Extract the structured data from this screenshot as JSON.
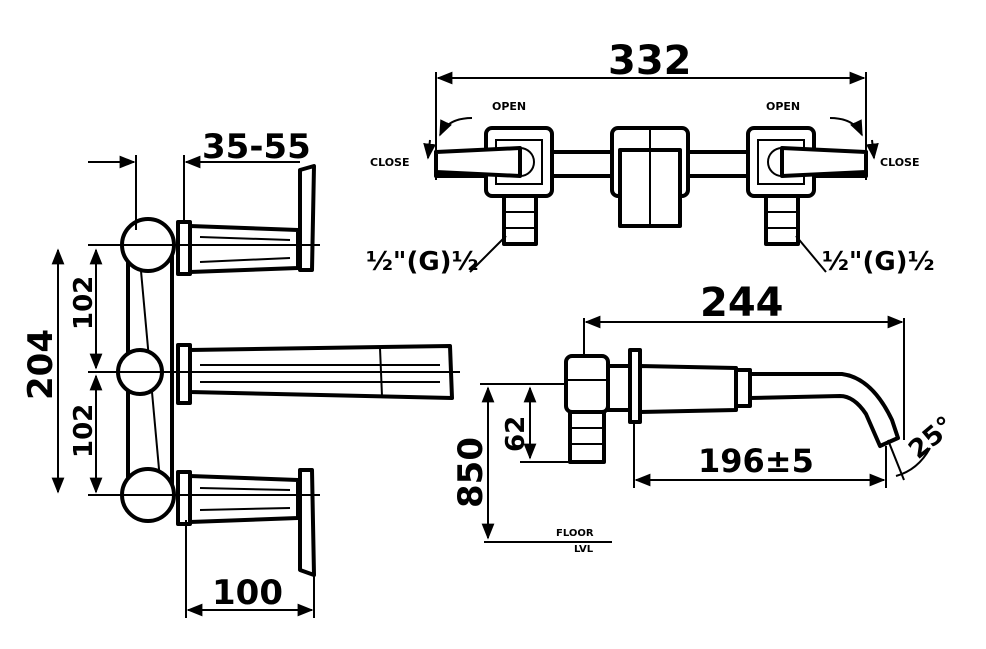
{
  "dimensions": {
    "overall_width": "332",
    "depth_range": "35-55",
    "spacing_total": "204",
    "spacing_upper": "102",
    "spacing_lower": "102",
    "handle_offset": "100",
    "spout_length": "244",
    "spout_projection": "196±5",
    "inlet_height": "62",
    "install_height": "850",
    "spout_angle": "25°"
  },
  "labels": {
    "open_left": "OPEN",
    "open_right": "OPEN",
    "close_left": "CLOSE",
    "close_right": "CLOSE",
    "thread_left": "½\"(G)½",
    "thread_right": "½\"(G)½",
    "floor_line1": "FLOOR",
    "floor_line2": "LVL"
  }
}
